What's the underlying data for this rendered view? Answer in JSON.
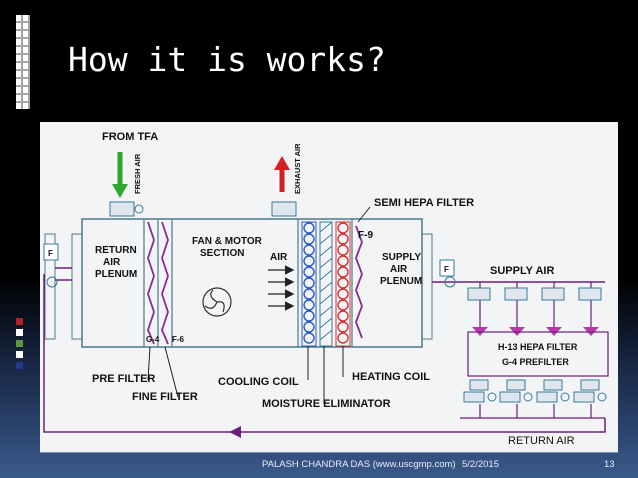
{
  "slide": {
    "title": "How it is works?"
  },
  "footer": {
    "author": "PALASH CHANDRA DAS (www.uscgmp.com)",
    "date": "5/2/2015",
    "page": "13"
  },
  "diagram": {
    "from_tfa": "FROM TFA",
    "fresh_air": "FRESH AIR",
    "exhaust_air": "EXHAUST AIR",
    "semi_hepa_filter": "SEMI HEPA FILTER",
    "return_air_plenum": [
      "RETURN",
      "AIR",
      "PLENUM"
    ],
    "fan_motor_section": [
      "FAN & MOTOR",
      "SECTION"
    ],
    "air": "AIR",
    "f9": "F-9",
    "supply_air_plenum": [
      "SUPPLY",
      "AIR",
      "PLENUM"
    ],
    "supply_air": "SUPPLY AIR",
    "f_left": "F",
    "f_right": "F",
    "g4": "G-4",
    "f6": "F-6",
    "h13_hepa_filter": "H-13 HEPA FILTER",
    "g4_prefilter": "G-4 PREFILTER",
    "pre_filter": "PRE FILTER",
    "fine_filter": "FINE FILTER",
    "cooling_coil": "COOLING COIL",
    "heating_coil": "HEATING COIL",
    "moisture_eliminator": "MOISTURE ELIMINATOR",
    "return_air": "RETURN AIR",
    "colors": {
      "duct": "#6a1f7a",
      "fresh_arrow": "#2fa82f",
      "exhaust_arrow": "#d42020",
      "cooling_coil": "#2a58c8",
      "heating_coil": "#d43030",
      "plenum_line": "#3a7a9a"
    }
  }
}
